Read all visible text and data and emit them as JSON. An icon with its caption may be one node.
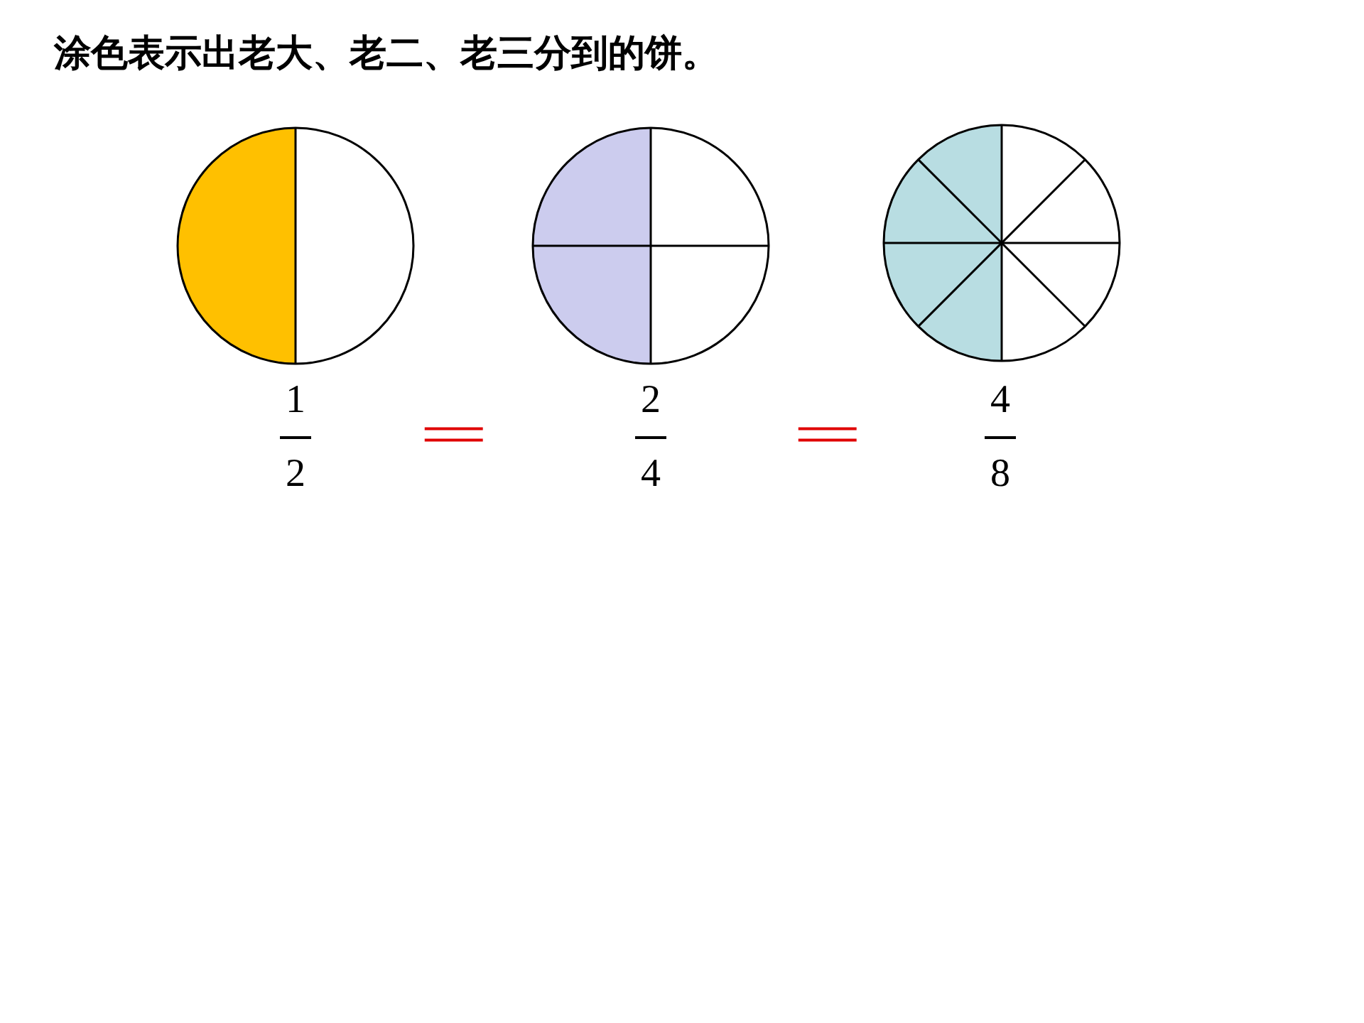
{
  "diagram": {
    "title": "涂色表示出老大、老二、老三分到的饼。",
    "labels": [
      "1",
      "2",
      "=",
      "2",
      "4",
      "=",
      "4",
      "8"
    ]
  }
}
